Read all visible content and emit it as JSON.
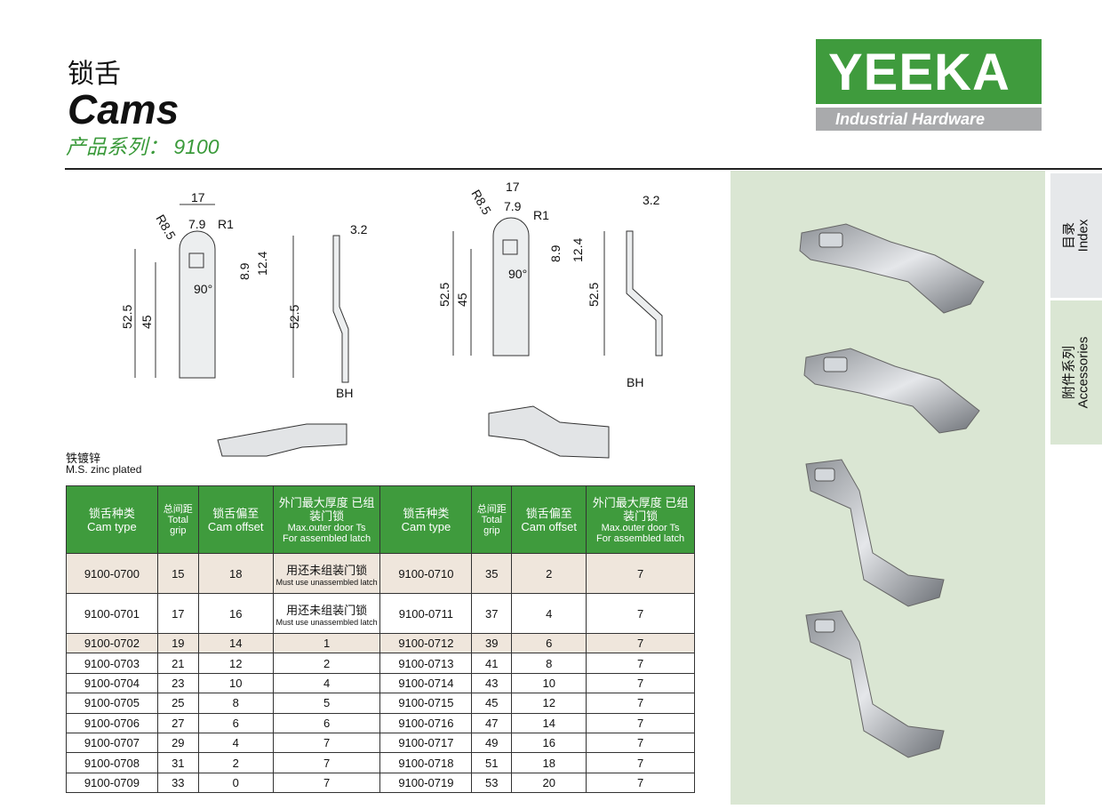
{
  "header": {
    "title_cn": "锁舌",
    "title_en": "Cams",
    "series": "产品系列： 9100"
  },
  "logo": {
    "brand": "YEEKA",
    "tagline": "Industrial Hardware"
  },
  "side_tabs": [
    {
      "cn": "目录",
      "en": "Index"
    },
    {
      "cn": "附件系列",
      "en": "Accessories"
    }
  ],
  "drawings": {
    "dims": [
      "17",
      "7.9",
      "R8.5",
      "R1",
      "8.9",
      "12.4",
      "90°",
      "52.5",
      "45",
      "3.2",
      "BH"
    ]
  },
  "material": {
    "cn": "铁镀锌",
    "en": "M.S. zinc plated"
  },
  "table": {
    "headers": [
      {
        "cn": "锁舌种类",
        "en": "Cam type"
      },
      {
        "cn": "总间距",
        "en": "Total grip"
      },
      {
        "cn": "锁舌偏至",
        "en": "Cam offset"
      },
      {
        "cn": "外门最大厚度 已组装门锁",
        "en": "Max.outer door Ts",
        "en2": "For assembled latch"
      }
    ],
    "unassembled_cn": "用还未组装门锁",
    "unassembled_en": "Must use unassembled latch",
    "rows": [
      [
        "9100-0700",
        "15",
        "18",
        "U",
        "9100-0710",
        "35",
        "2",
        "7"
      ],
      [
        "9100-0701",
        "17",
        "16",
        "U",
        "9100-0711",
        "37",
        "4",
        "7"
      ],
      [
        "9100-0702",
        "19",
        "14",
        "1",
        "9100-0712",
        "39",
        "6",
        "7"
      ],
      [
        "9100-0703",
        "21",
        "12",
        "2",
        "9100-0713",
        "41",
        "8",
        "7"
      ],
      [
        "9100-0704",
        "23",
        "10",
        "4",
        "9100-0714",
        "43",
        "10",
        "7"
      ],
      [
        "9100-0705",
        "25",
        "8",
        "5",
        "9100-0715",
        "45",
        "12",
        "7"
      ],
      [
        "9100-0706",
        "27",
        "6",
        "6",
        "9100-0716",
        "47",
        "14",
        "7"
      ],
      [
        "9100-0707",
        "29",
        "4",
        "7",
        "9100-0717",
        "49",
        "16",
        "7"
      ],
      [
        "9100-0708",
        "31",
        "2",
        "7",
        "9100-0718",
        "51",
        "18",
        "7"
      ],
      [
        "9100-0709",
        "33",
        "0",
        "7",
        "9100-0719",
        "53",
        "20",
        "7"
      ]
    ]
  }
}
